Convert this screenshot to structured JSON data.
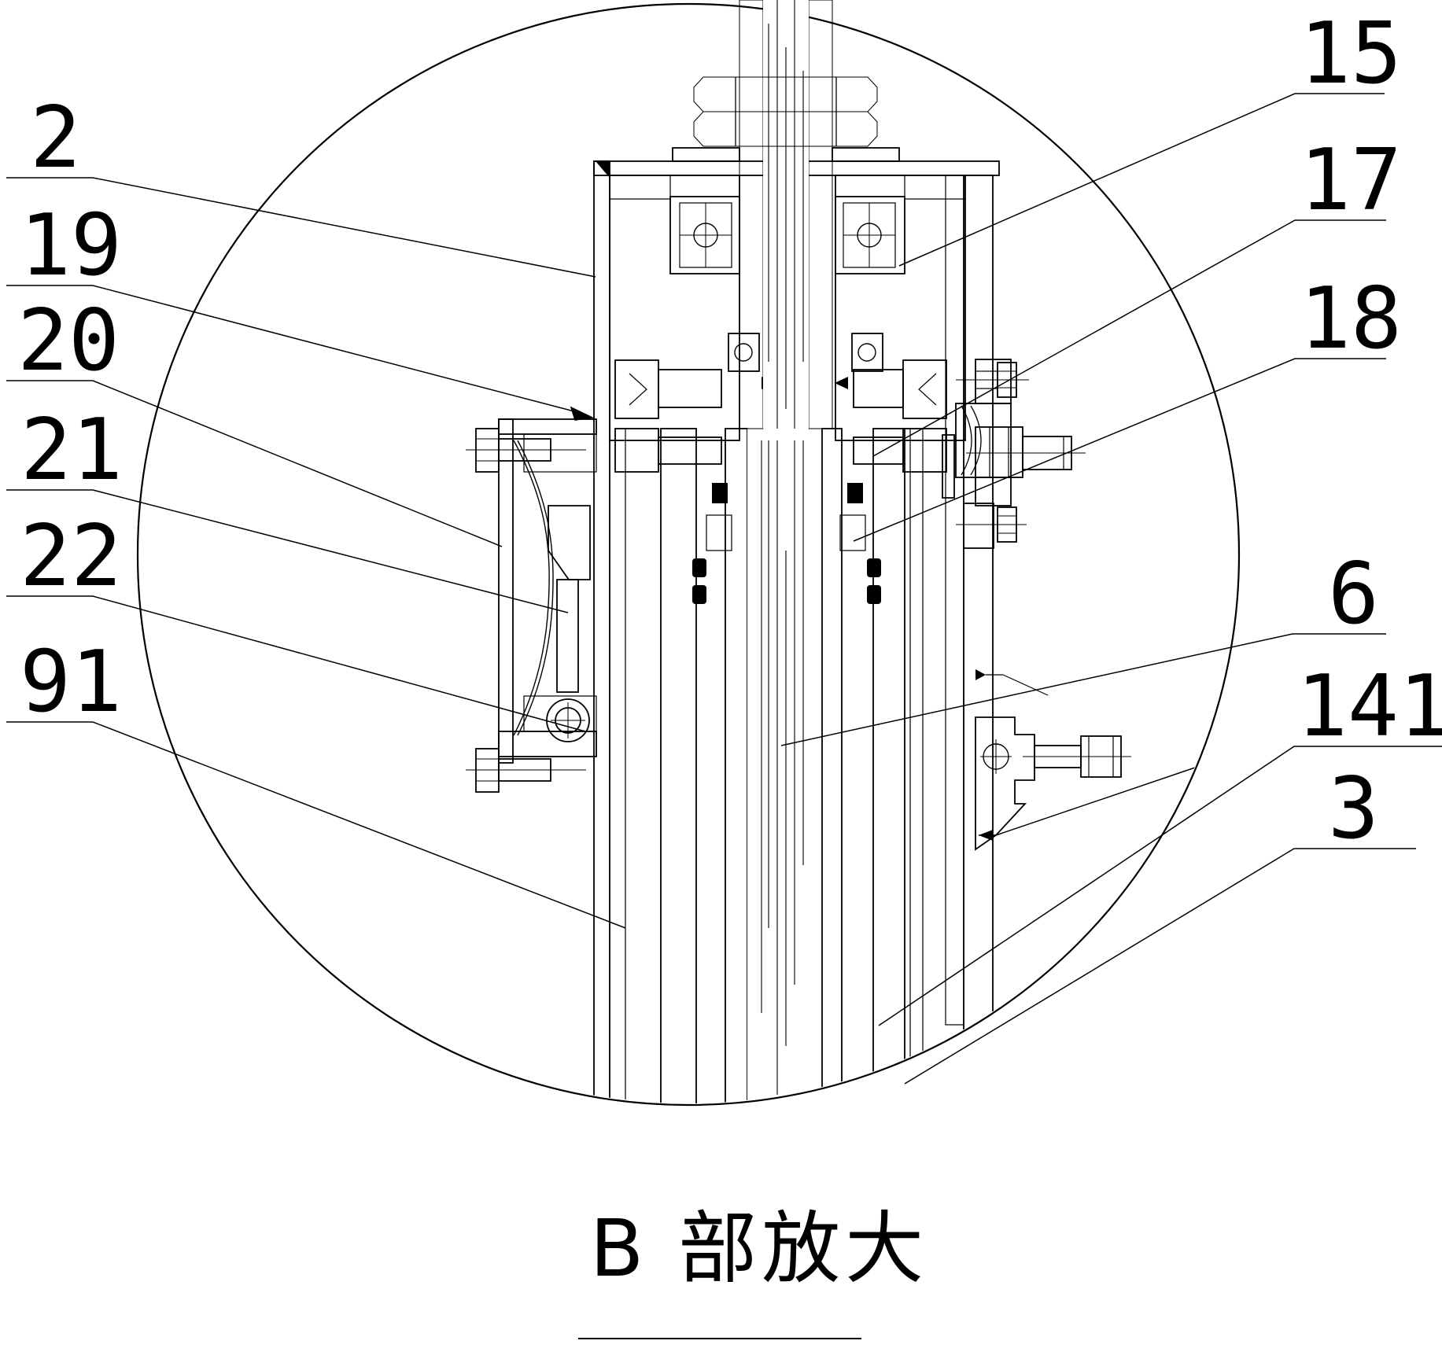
{
  "page": {
    "background": "#ffffff",
    "line_color": "#000000"
  },
  "drawing": {
    "kind": "mechanical-section-detail-view",
    "caption": "B 部放大",
    "callouts": {
      "left": [
        {
          "label": "2"
        },
        {
          "label": "19"
        },
        {
          "label": "20"
        },
        {
          "label": "21"
        },
        {
          "label": "22"
        },
        {
          "label": "91"
        }
      ],
      "right": [
        {
          "label": "15"
        },
        {
          "label": "17"
        },
        {
          "label": "18"
        },
        {
          "label": "6"
        },
        {
          "label": "141"
        },
        {
          "label": "3"
        }
      ]
    }
  }
}
